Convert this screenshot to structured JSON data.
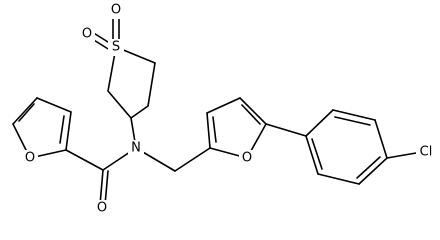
{
  "atoms": {
    "sulfur": "S",
    "sulfonyl_oxygen_top": "O",
    "sulfonyl_oxygen_left": "O",
    "amide_nitrogen": "N",
    "carbonyl_oxygen": "O",
    "furan_oxygen_left": "O",
    "furan_oxygen_right": "O",
    "chlorine": "Cl"
  }
}
